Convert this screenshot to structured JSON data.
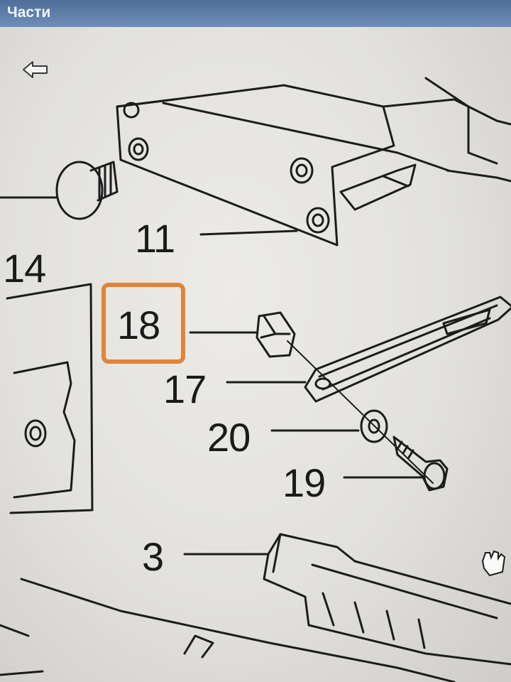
{
  "window": {
    "title": "Части"
  },
  "toolbar": {
    "back_icon": "back-arrow-icon"
  },
  "diagram": {
    "callouts": [
      {
        "id": "11",
        "label": "11"
      },
      {
        "id": "14",
        "label": "14"
      },
      {
        "id": "18",
        "label": "18",
        "highlighted": true
      },
      {
        "id": "17",
        "label": "17"
      },
      {
        "id": "20",
        "label": "20"
      },
      {
        "id": "19",
        "label": "19"
      },
      {
        "id": "3",
        "label": "3"
      }
    ],
    "highlight_color": "#e0843a",
    "cursor_icon": "hand-cursor-icon"
  }
}
